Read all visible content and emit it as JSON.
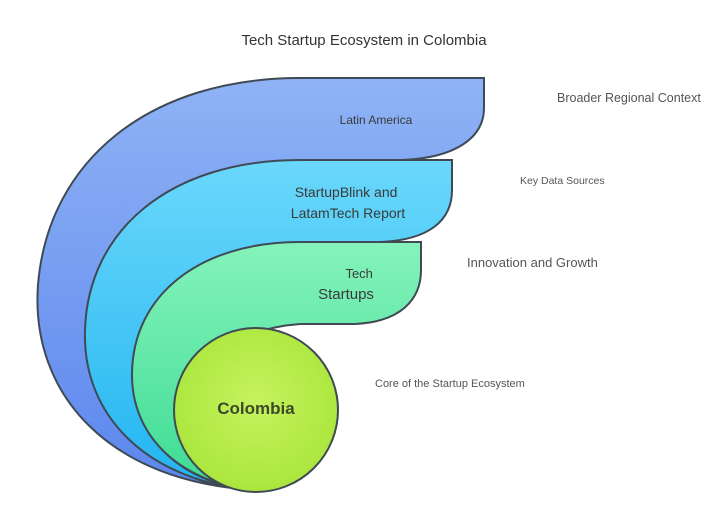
{
  "title": "Tech Startup Ecosystem in Colombia",
  "layers": [
    {
      "id": "latin-america",
      "label_lines": [
        "Latin America"
      ],
      "description": "Broader Regional Context",
      "color": "#6f9cf1"
    },
    {
      "id": "data-sources",
      "label_lines": [
        "StartupBlink and",
        "LatamTech Report"
      ],
      "description": "Key Data Sources",
      "color": "#3cc4f5"
    },
    {
      "id": "tech-startups",
      "label_lines": [
        "Tech",
        "Startups"
      ],
      "description": "Innovation and Growth",
      "color": "#5fe9a6"
    },
    {
      "id": "colombia",
      "label_lines": [
        "Colombia"
      ],
      "description": "Core of the Startup Ecosystem",
      "color": "#b8ee4a"
    }
  ]
}
